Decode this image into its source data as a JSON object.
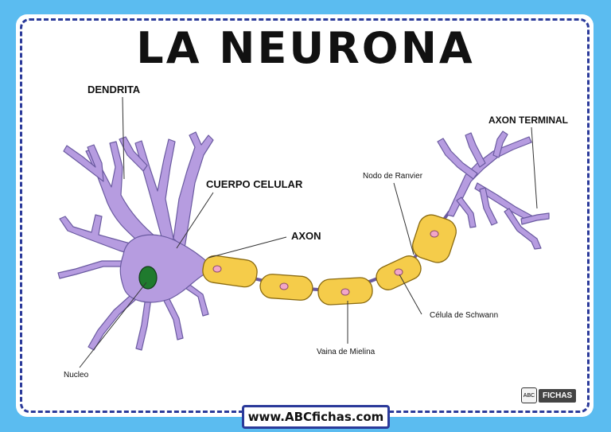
{
  "title": "LA NEURONA",
  "labels": {
    "dendrita": "DENDRITA",
    "cuerpo_celular": "CUERPO CELULAR",
    "axon": "AXON",
    "axon_terminal": "AXON TERMINAL",
    "nodo_de_ranvier": "Nodo de Ranvier",
    "celula_de_schwann": "Célula de Schwann",
    "vaina_de_mielina": "Vaina de Mielina",
    "nucleo": "Nucleo"
  },
  "branding": {
    "badge_text": "FICHAS",
    "badge_letters": "ABC",
    "website": "www.ABCfichas.com"
  },
  "colors": {
    "background": "#5bbcf0",
    "border": "#2b3a9a",
    "neuron": "#b69ce0",
    "nucleus": "#1f7a2e",
    "myelin": "#f5cc4a",
    "schwann_nucleus": "#f2a6c8"
  }
}
